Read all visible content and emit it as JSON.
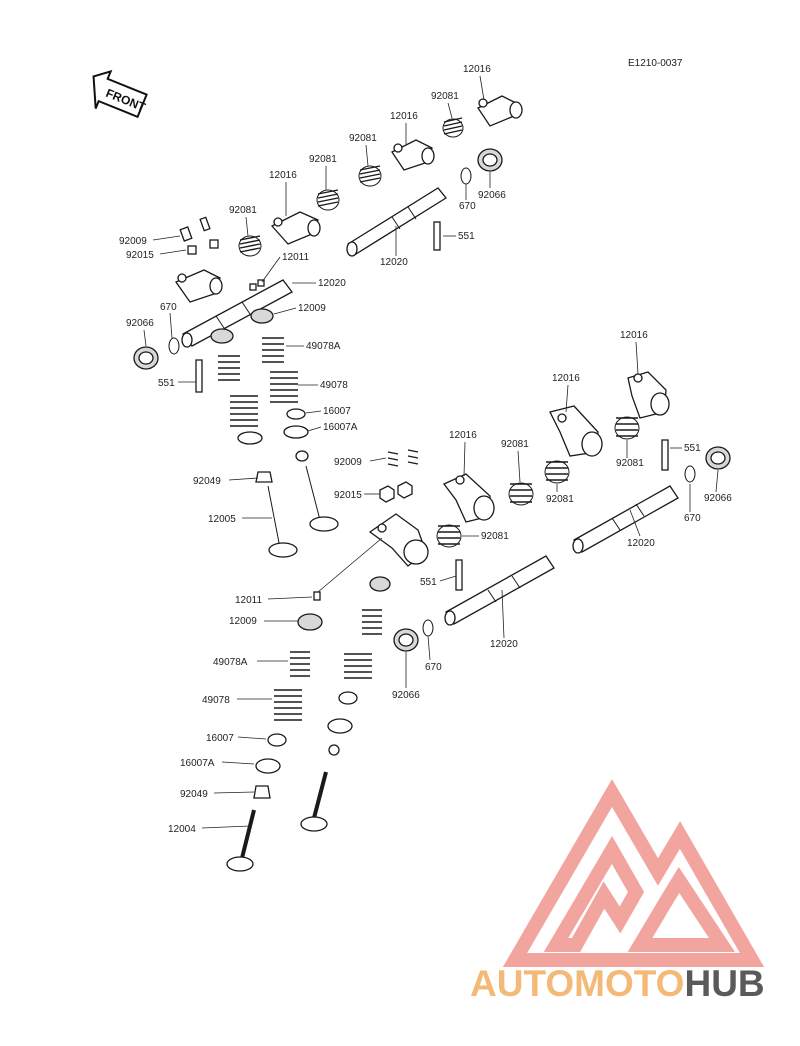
{
  "diagram": {
    "code": "E1210-0037",
    "front_label": "FRONT",
    "labels": [
      {
        "id": "l1",
        "text": "12016"
      },
      {
        "id": "l2",
        "text": "92081"
      },
      {
        "id": "l3",
        "text": "12016"
      },
      {
        "id": "l4",
        "text": "92081"
      },
      {
        "id": "l5",
        "text": "92081"
      },
      {
        "id": "l6",
        "text": "12016"
      },
      {
        "id": "l7",
        "text": "92081"
      },
      {
        "id": "l8",
        "text": "92066"
      },
      {
        "id": "l9",
        "text": "670"
      },
      {
        "id": "l10",
        "text": "551"
      },
      {
        "id": "l11",
        "text": "12020"
      },
      {
        "id": "l12",
        "text": "92009"
      },
      {
        "id": "l13",
        "text": "92015"
      },
      {
        "id": "l14",
        "text": "12011"
      },
      {
        "id": "l15",
        "text": "12020"
      },
      {
        "id": "l16",
        "text": "12009"
      },
      {
        "id": "l17",
        "text": "670"
      },
      {
        "id": "l18",
        "text": "92066"
      },
      {
        "id": "l19",
        "text": "49078A"
      },
      {
        "id": "l20",
        "text": "551"
      },
      {
        "id": "l21",
        "text": "49078"
      },
      {
        "id": "l22",
        "text": "16007"
      },
      {
        "id": "l23",
        "text": "16007A"
      },
      {
        "id": "l24",
        "text": "92009"
      },
      {
        "id": "l25",
        "text": "92049"
      },
      {
        "id": "l26",
        "text": "92015"
      },
      {
        "id": "l27",
        "text": "12005"
      },
      {
        "id": "l28",
        "text": "12016"
      },
      {
        "id": "l29",
        "text": "12016"
      },
      {
        "id": "l30",
        "text": "12016"
      },
      {
        "id": "l31",
        "text": "92081"
      },
      {
        "id": "l32",
        "text": "551"
      },
      {
        "id": "l33",
        "text": "92081"
      },
      {
        "id": "l34",
        "text": "92081"
      },
      {
        "id": "l35",
        "text": "92066"
      },
      {
        "id": "l36",
        "text": "670"
      },
      {
        "id": "l37",
        "text": "12020"
      },
      {
        "id": "l38",
        "text": "92081"
      },
      {
        "id": "l39",
        "text": "551"
      },
      {
        "id": "l40",
        "text": "12011"
      },
      {
        "id": "l41",
        "text": "12009"
      },
      {
        "id": "l42",
        "text": "12020"
      },
      {
        "id": "l43",
        "text": "49078A"
      },
      {
        "id": "l44",
        "text": "670"
      },
      {
        "id": "l45",
        "text": "92066"
      },
      {
        "id": "l46",
        "text": "49078"
      },
      {
        "id": "l47",
        "text": "16007"
      },
      {
        "id": "l48",
        "text": "16007A"
      },
      {
        "id": "l49",
        "text": "92049"
      },
      {
        "id": "l50",
        "text": "12004"
      }
    ]
  },
  "watermark": {
    "part1": "AUTOMOTO",
    "part2": "HUB",
    "color_primary": "#f19a93",
    "color_accent": "#f5b977",
    "color_dark": "#5a5a5a"
  }
}
